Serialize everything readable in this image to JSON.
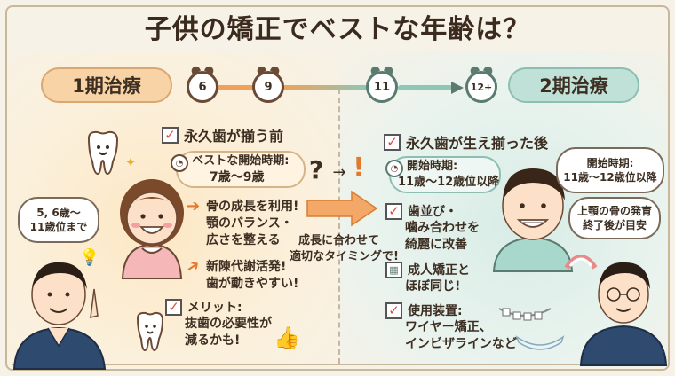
{
  "title": "子供の矯正でベストな年齢は？",
  "phase1": {
    "badge": "1期治療",
    "heading": "永久歯が揃う前",
    "timing_label": "ベストな開始時期:",
    "timing_value": "7歳〜9歳",
    "benefit1_l1": "骨の成長を利用!",
    "benefit1_l2": "顎のバランス・",
    "benefit1_l3": "広さを整える",
    "benefit2_l1": "新陳代謝活発!",
    "benefit2_l2": "歯が動きやすい!",
    "merit_label": "メリット:",
    "merit_l1": "抜歯の必要性が",
    "merit_l2": "減るかも!",
    "bubble_l1": "5, 6歳〜",
    "bubble_l2": "11歳位まで"
  },
  "timeline": {
    "ages": [
      "6",
      "9",
      "11",
      "12+"
    ]
  },
  "center": {
    "line1": "成長に合わせて",
    "line2": "適切なタイミングで!"
  },
  "phase2": {
    "badge": "2期治療",
    "heading": "永久歯が生え揃った後",
    "timing_label": "開始時期:",
    "timing_value": "11歳〜12歳位以降",
    "point1_l1": "歯並び・",
    "point1_l2": "噛み合わせを",
    "point1_l3": "綺麗に改善",
    "point2_l1": "成人矯正と",
    "point2_l2": "ほぼ同じ!",
    "device_label": "使用装置:",
    "device_l1": "ワイヤー矯正、",
    "device_l2": "インビザラインなど",
    "bubble1_l1": "開始時期:",
    "bubble1_l2": "11歳〜12歳位以降",
    "bubble2_l1": "上顎の骨の発育",
    "bubble2_l2": "終了後が目安"
  },
  "colors": {
    "phase1_accent": "#f8d3a6",
    "phase2_accent": "#bfe1d7",
    "check_mark": "#e04a3c",
    "arrow": "#e07a2e"
  }
}
